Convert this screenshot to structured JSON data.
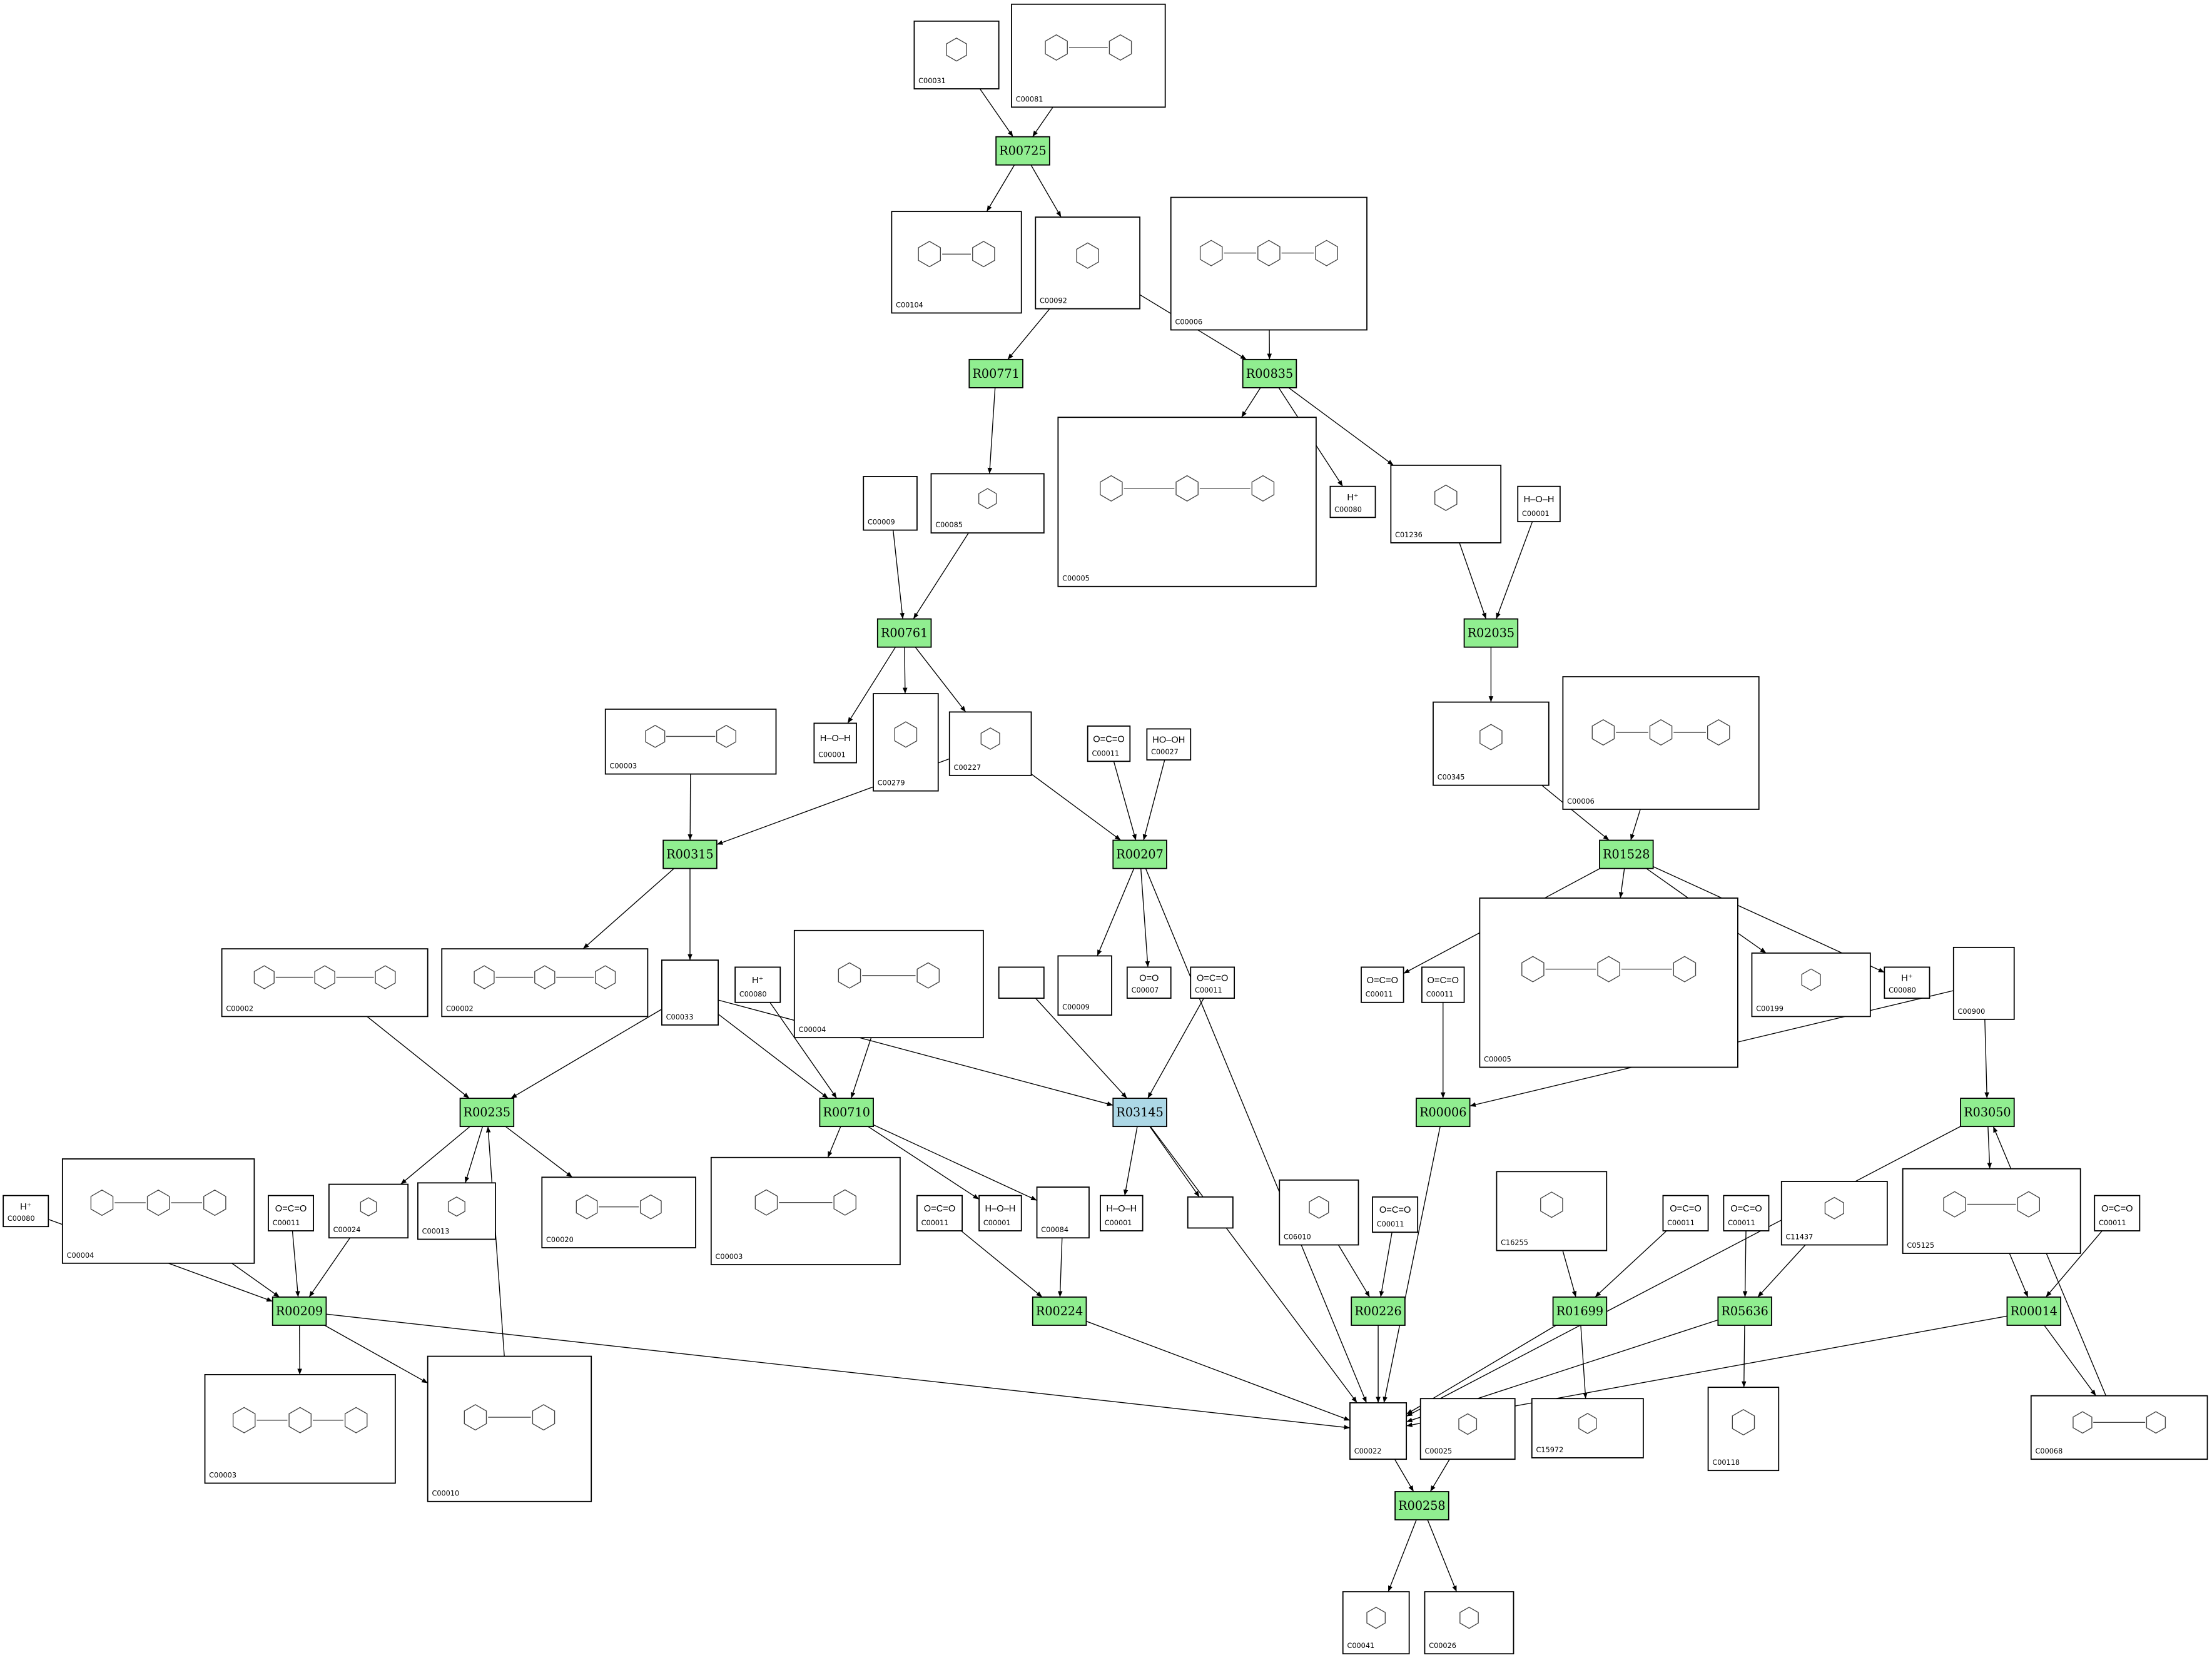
{
  "colors": {
    "reaction": "#90ee90",
    "reaction_highlight": "#add8e6",
    "border": "#000000"
  },
  "reactions": [
    {
      "id": "R00725",
      "type": "reaction"
    },
    {
      "id": "R00771",
      "type": "reaction"
    },
    {
      "id": "R00835",
      "type": "reaction"
    },
    {
      "id": "R00761",
      "type": "reaction"
    },
    {
      "id": "R02035",
      "type": "reaction"
    },
    {
      "id": "R00315",
      "type": "reaction"
    },
    {
      "id": "R00207",
      "type": "reaction"
    },
    {
      "id": "R01528",
      "type": "reaction"
    },
    {
      "id": "R00235",
      "type": "reaction"
    },
    {
      "id": "R00710",
      "type": "reaction"
    },
    {
      "id": "R03145",
      "type": "reaction_highlight"
    },
    {
      "id": "R00006",
      "type": "reaction"
    },
    {
      "id": "R03050",
      "type": "reaction"
    },
    {
      "id": "R00209",
      "type": "reaction"
    },
    {
      "id": "R00224",
      "type": "reaction"
    },
    {
      "id": "R00226",
      "type": "reaction"
    },
    {
      "id": "R01699",
      "type": "reaction"
    },
    {
      "id": "R05636",
      "type": "reaction"
    },
    {
      "id": "R00014",
      "type": "reaction"
    },
    {
      "id": "R00258",
      "type": "reaction"
    }
  ],
  "compounds": [
    {
      "id": "C00031"
    },
    {
      "id": "C00081"
    },
    {
      "id": "C00104"
    },
    {
      "id": "C00092"
    },
    {
      "id": "C00006"
    },
    {
      "id": "C00005"
    },
    {
      "id": "C00080",
      "formula": "H⁺"
    },
    {
      "id": "C01236"
    },
    {
      "id": "C00001",
      "formula": "H–O–H"
    },
    {
      "id": "C00009"
    },
    {
      "id": "C00085"
    },
    {
      "id": "C00001",
      "formula": "H–O–H"
    },
    {
      "id": "C00279"
    },
    {
      "id": "C00227"
    },
    {
      "id": "C00003"
    },
    {
      "id": "C00011",
      "formula": "O=C=O"
    },
    {
      "id": "C00027",
      "formula": "HO–OH"
    },
    {
      "id": "C00345"
    },
    {
      "id": "C00006"
    },
    {
      "id": "C00002"
    },
    {
      "id": "C00002"
    },
    {
      "id": "C00033"
    },
    {
      "id": "C00080",
      "formula": "H⁺"
    },
    {
      "id": "C00004"
    },
    {
      "id": "C00009"
    },
    {
      "id": "C00007",
      "formula": "O=O"
    },
    {
      "id": "C00011",
      "formula": "O=C=O"
    },
    {
      "id": ""
    },
    {
      "id": "C00005"
    },
    {
      "id": "C00011",
      "formula": "O=C=O"
    },
    {
      "id": "C00011",
      "formula": "O=C=O"
    },
    {
      "id": "C00199"
    },
    {
      "id": "C00080",
      "formula": "H⁺"
    },
    {
      "id": "C00900"
    },
    {
      "id": "C00080",
      "formula": "H⁺"
    },
    {
      "id": "C00004"
    },
    {
      "id": "C00011",
      "formula": "O=C=O"
    },
    {
      "id": "C00024"
    },
    {
      "id": "C00013"
    },
    {
      "id": "C00020"
    },
    {
      "id": "C00003"
    },
    {
      "id": "C00011",
      "formula": "O=C=O"
    },
    {
      "id": "C00001",
      "formula": "H–O–H"
    },
    {
      "id": "C00084"
    },
    {
      "id": "C00001",
      "formula": "H–O–H"
    },
    {
      "id": ""
    },
    {
      "id": "C06010"
    },
    {
      "id": "C00011",
      "formula": "O=C=O"
    },
    {
      "id": "C16255"
    },
    {
      "id": "C00011",
      "formula": "O=C=O"
    },
    {
      "id": "C00011",
      "formula": "O=C=O"
    },
    {
      "id": "C11437"
    },
    {
      "id": "C05125"
    },
    {
      "id": "C00011",
      "formula": "O=C=O"
    },
    {
      "id": "C00003"
    },
    {
      "id": "C00010"
    },
    {
      "id": "C00022"
    },
    {
      "id": "C00025"
    },
    {
      "id": "C15972"
    },
    {
      "id": "C00118"
    },
    {
      "id": "C00068"
    },
    {
      "id": "C00041"
    },
    {
      "id": "C00026"
    }
  ],
  "edges": [
    [
      "c0",
      "r0"
    ],
    [
      "c1",
      "r0"
    ],
    [
      "r0",
      "c2"
    ],
    [
      "r0",
      "c3"
    ],
    [
      "c3",
      "r1"
    ],
    [
      "c3",
      "r2"
    ],
    [
      "c4",
      "r2"
    ],
    [
      "r2",
      "c5"
    ],
    [
      "r2",
      "c6"
    ],
    [
      "r2",
      "c7"
    ],
    [
      "r1",
      "c10"
    ],
    [
      "c9",
      "r3"
    ],
    [
      "c10",
      "r3"
    ],
    [
      "c7",
      "r4"
    ],
    [
      "c8",
      "r4"
    ],
    [
      "r3",
      "c11"
    ],
    [
      "r3",
      "c12"
    ],
    [
      "r3",
      "c13"
    ],
    [
      "r4",
      "c17"
    ],
    [
      "c17",
      "r7"
    ],
    [
      "c18",
      "r7"
    ],
    [
      "c14",
      "r5"
    ],
    [
      "c13",
      "r5"
    ],
    [
      "c13",
      "r6"
    ],
    [
      "c15",
      "r6"
    ],
    [
      "c16",
      "r6"
    ],
    [
      "r5",
      "c20"
    ],
    [
      "r5",
      "c21"
    ],
    [
      "r6",
      "c24"
    ],
    [
      "r6",
      "c25"
    ],
    [
      "r6",
      "c56"
    ],
    [
      "r7",
      "c28"
    ],
    [
      "r7",
      "c29"
    ],
    [
      "r7",
      "c31"
    ],
    [
      "r7",
      "c32"
    ],
    [
      "c19",
      "r8"
    ],
    [
      "c21",
      "r8"
    ],
    [
      "c21",
      "r9"
    ],
    [
      "c21",
      "r10"
    ],
    [
      "c22",
      "r9"
    ],
    [
      "c23",
      "r9"
    ],
    [
      "c27",
      "r10"
    ],
    [
      "c26",
      "r10"
    ],
    [
      "c30",
      "r11"
    ],
    [
      "c33",
      "r11"
    ],
    [
      "c33",
      "r12"
    ],
    [
      "r8",
      "c37"
    ],
    [
      "r8",
      "c38"
    ],
    [
      "r8",
      "c39"
    ],
    [
      "r9",
      "c40"
    ],
    [
      "r9",
      "c42"
    ],
    [
      "r9",
      "c43"
    ],
    [
      "r10",
      "c44"
    ],
    [
      "r10",
      "c45"
    ],
    [
      "r10",
      "c56"
    ],
    [
      "r11",
      "c56"
    ],
    [
      "r12",
      "c52"
    ],
    [
      "r12",
      "c56"
    ],
    [
      "c52",
      "r18"
    ],
    [
      "c34",
      "r13"
    ],
    [
      "c35",
      "r13"
    ],
    [
      "c36",
      "r13"
    ],
    [
      "c37",
      "r13"
    ],
    [
      "r13",
      "c54"
    ],
    [
      "r13",
      "c55"
    ],
    [
      "c55",
      "r8"
    ],
    [
      "r13",
      "c56"
    ],
    [
      "c41",
      "r14"
    ],
    [
      "c43",
      "r14"
    ],
    [
      "r14",
      "c56"
    ],
    [
      "c46",
      "r15"
    ],
    [
      "c47",
      "r15"
    ],
    [
      "r15",
      "c56"
    ],
    [
      "c48",
      "r16"
    ],
    [
      "c49",
      "r16"
    ],
    [
      "r16",
      "c56"
    ],
    [
      "r16",
      "c58"
    ],
    [
      "c50",
      "r17"
    ],
    [
      "c51",
      "r17"
    ],
    [
      "r17",
      "c59"
    ],
    [
      "r17",
      "c56"
    ],
    [
      "c53",
      "r18"
    ],
    [
      "r18",
      "c56"
    ],
    [
      "r18",
      "c60"
    ],
    [
      "c60",
      "r12"
    ],
    [
      "c56",
      "r19"
    ],
    [
      "c57",
      "r19"
    ],
    [
      "r19",
      "c61"
    ],
    [
      "r19",
      "c62"
    ]
  ]
}
